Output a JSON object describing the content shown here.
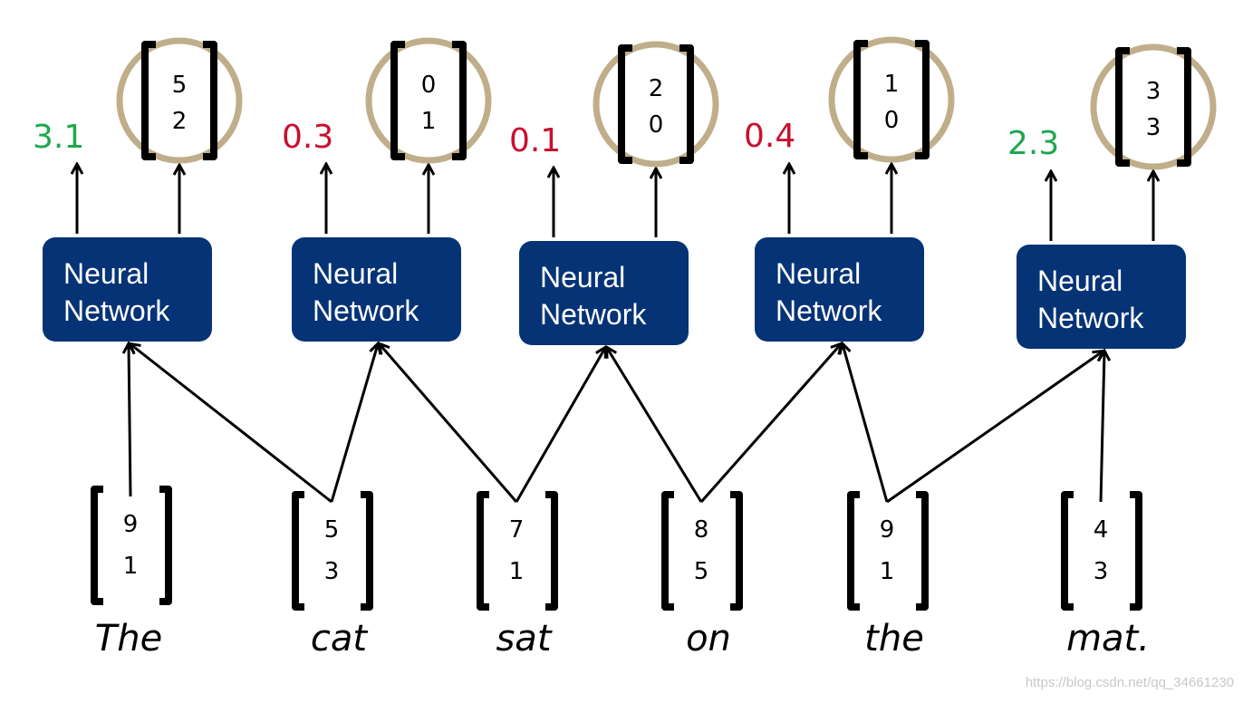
{
  "colors": {
    "box": "#063376",
    "circle": "#bfae8a",
    "score_high": "#1fa84f",
    "score_low": "#c8102e",
    "arrow": "#000000"
  },
  "words": [
    "The",
    "cat",
    "sat",
    "on",
    "the",
    "mat."
  ],
  "input_vectors": [
    [
      "9",
      "1"
    ],
    [
      "5",
      "3"
    ],
    [
      "7",
      "1"
    ],
    [
      "8",
      "5"
    ],
    [
      "9",
      "1"
    ],
    [
      "4",
      "3"
    ]
  ],
  "units": [
    {
      "label_line1": "Neural",
      "label_line2": "Network",
      "score": "3.1",
      "score_level": "high",
      "output": [
        "5",
        "2"
      ]
    },
    {
      "label_line1": "Neural",
      "label_line2": "Network",
      "score": "0.3",
      "score_level": "low",
      "output": [
        "0",
        "1"
      ]
    },
    {
      "label_line1": "Neural",
      "label_line2": "Network",
      "score": "0.1",
      "score_level": "low",
      "output": [
        "2",
        "0"
      ]
    },
    {
      "label_line1": "Neural",
      "label_line2": "Network",
      "score": "0.4",
      "score_level": "low",
      "output": [
        "1",
        "0"
      ]
    },
    {
      "label_line1": "Neural",
      "label_line2": "Network",
      "score": "2.3",
      "score_level": "high",
      "output": [
        "3",
        "3"
      ]
    }
  ],
  "connections": [
    {
      "from": 0,
      "to": 0
    },
    {
      "from": 1,
      "to": 0
    },
    {
      "from": 1,
      "to": 1
    },
    {
      "from": 2,
      "to": 1
    },
    {
      "from": 2,
      "to": 2
    },
    {
      "from": 3,
      "to": 2
    },
    {
      "from": 3,
      "to": 3
    },
    {
      "from": 4,
      "to": 3
    },
    {
      "from": 4,
      "to": 4
    },
    {
      "from": 5,
      "to": 4
    }
  ],
  "watermark": "https://blog.csdn.net/qq_34661230"
}
